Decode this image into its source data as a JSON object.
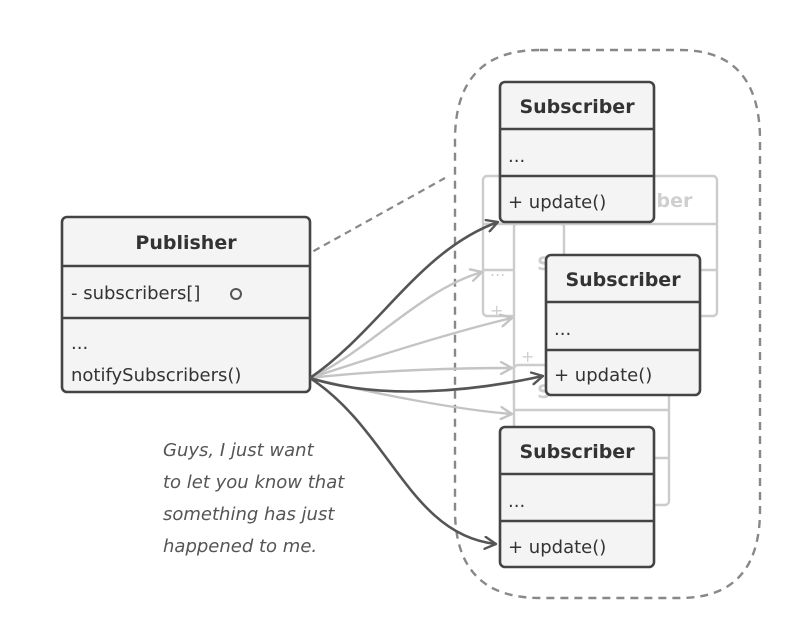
{
  "publisher": {
    "title": "Publisher",
    "field": "- subscribers[]",
    "method_dots": "...",
    "method": "notifySubscribers()"
  },
  "subscribers": [
    {
      "title": "Subscriber",
      "field": "...",
      "method": "+ update()"
    },
    {
      "title": "Subscriber",
      "field": "...",
      "method": "+ update()"
    },
    {
      "title": "Subscriber",
      "field": "...",
      "method": "+ update()"
    }
  ],
  "ghosts": {
    "title_fragment": "iber",
    "dots": "...",
    "s_letter": "S",
    "s_letter_2": "S",
    "plus": "+",
    "plus_2": "+",
    "plus_3": "+"
  },
  "note": {
    "lines": [
      "Guys, I just want",
      "to let you know that",
      "something has just",
      "happened to me."
    ]
  },
  "colors": {
    "box_fill": "#f4f4f4",
    "box_stroke": "#444444",
    "ghost_stroke": "#cccccc",
    "arrow_dark": "#555555",
    "arrow_light": "#c4c4c4",
    "dash": "#888888"
  }
}
